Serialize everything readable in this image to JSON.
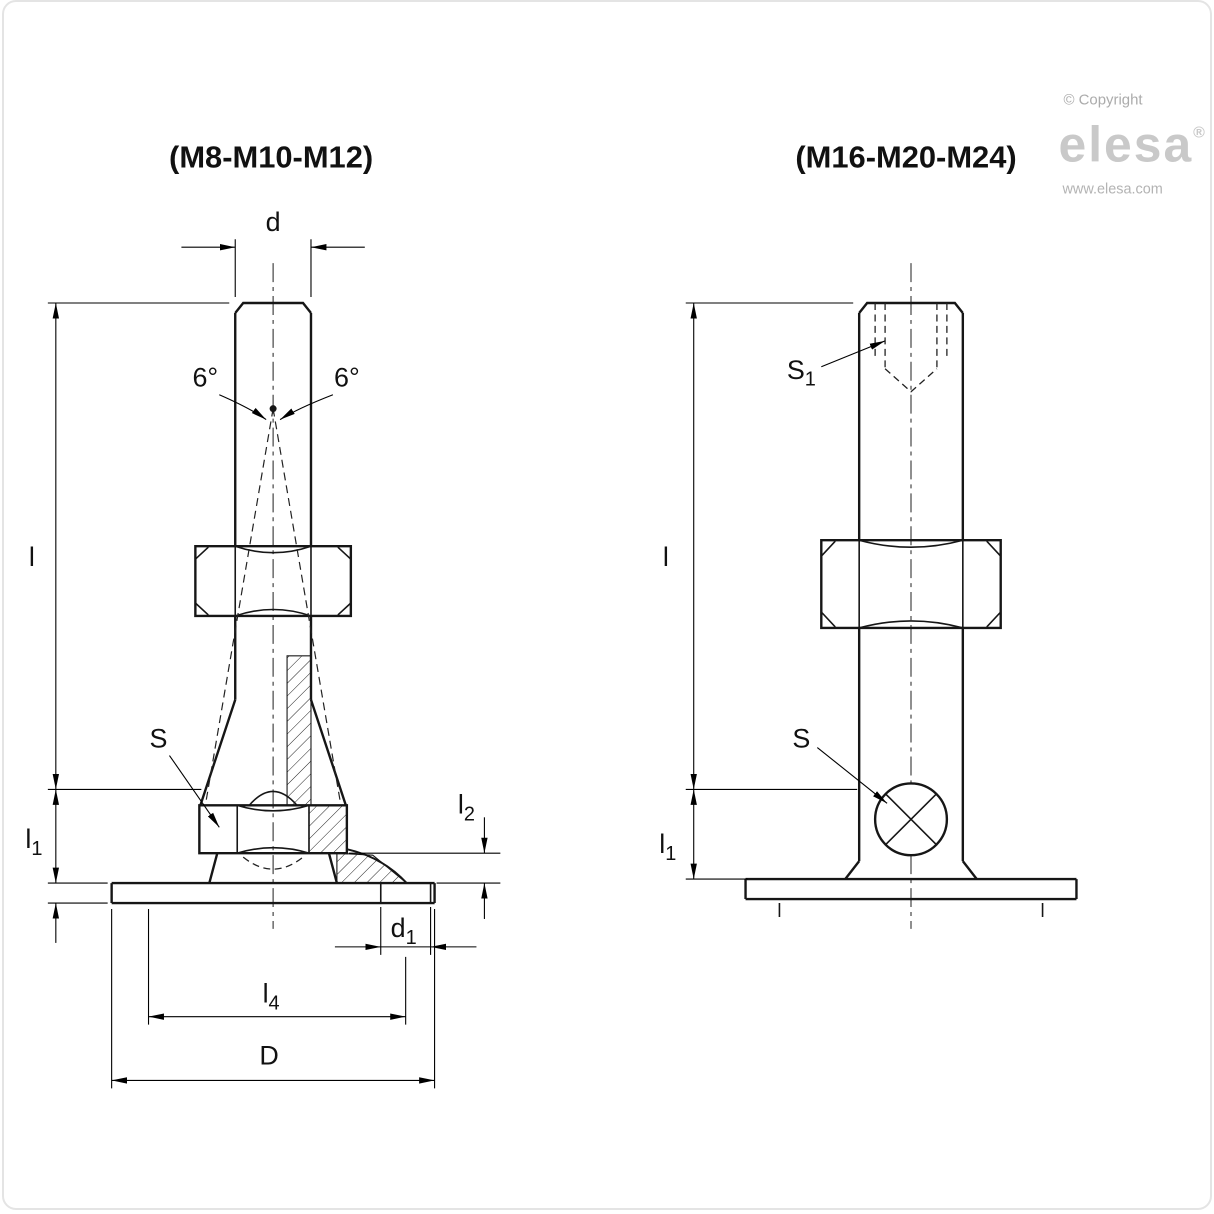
{
  "titles": {
    "left": "(M8-M10-M12)",
    "right": "(M16-M20-M24)"
  },
  "logo": {
    "copyright": "© Copyright",
    "brand": "elesa",
    "reg": "®",
    "url": "www.elesa.com"
  },
  "left_view": {
    "d": "d",
    "angle_left": "6°",
    "angle_right": "6°",
    "l": "l",
    "s": "S",
    "l1": {
      "base": "l",
      "sub": "1"
    },
    "l2": {
      "base": "l",
      "sub": "2"
    },
    "d1": {
      "base": "d",
      "sub": "1"
    },
    "l4": {
      "base": "l",
      "sub": "4"
    },
    "D": "D"
  },
  "right_view": {
    "s1": {
      "base": "S",
      "sub": "1"
    },
    "l": "l",
    "s": "S",
    "l1": {
      "base": "l",
      "sub": "1"
    }
  }
}
